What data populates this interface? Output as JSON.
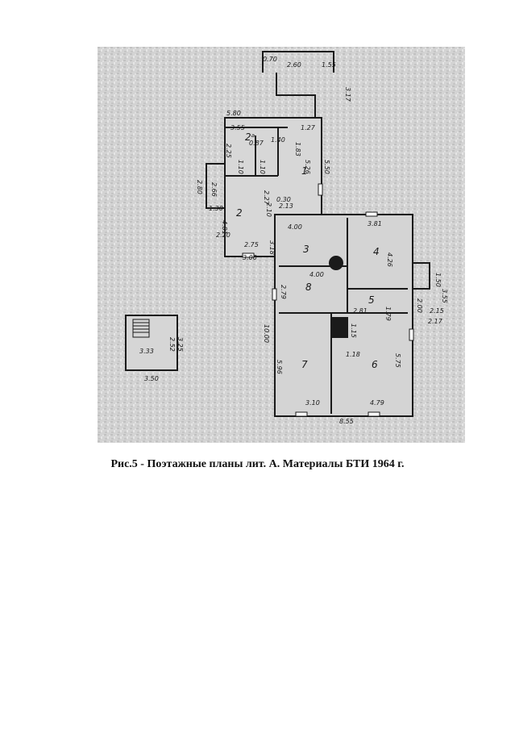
{
  "caption": "Рис.5 - Поэтажные планы лит. А. Материалы БТИ 1964 г.",
  "floor_plan": {
    "rooms": [
      "1",
      "2",
      "2ᵃ",
      "3",
      "4",
      "5",
      "6",
      "7",
      "8"
    ],
    "dimensions": [
      "0.70",
      "2.60",
      "1.55",
      "3.17",
      "5.80",
      "3.55",
      "1.27",
      "1.83",
      "1.40",
      "2.25",
      "0.87",
      "1.10",
      "1.10",
      "5.26",
      "5.50",
      "2.80",
      "2.66",
      "1.30",
      "4.81",
      "2.27",
      "2.10",
      "0.30",
      "2.13",
      "2.20",
      "2.75",
      "3.00",
      "4.00",
      "3.81",
      "3.18",
      "4.26",
      "2.79",
      "4.00",
      "1.50",
      "2.00",
      "3.55",
      "10.00",
      "2.81",
      "1.79",
      "1.15",
      "2.15",
      "2.17",
      "5.96",
      "1.18",
      "5.75",
      "3.10",
      "4.79",
      "8.55",
      "3.33",
      "2.52",
      "3.25",
      "3.50"
    ]
  }
}
